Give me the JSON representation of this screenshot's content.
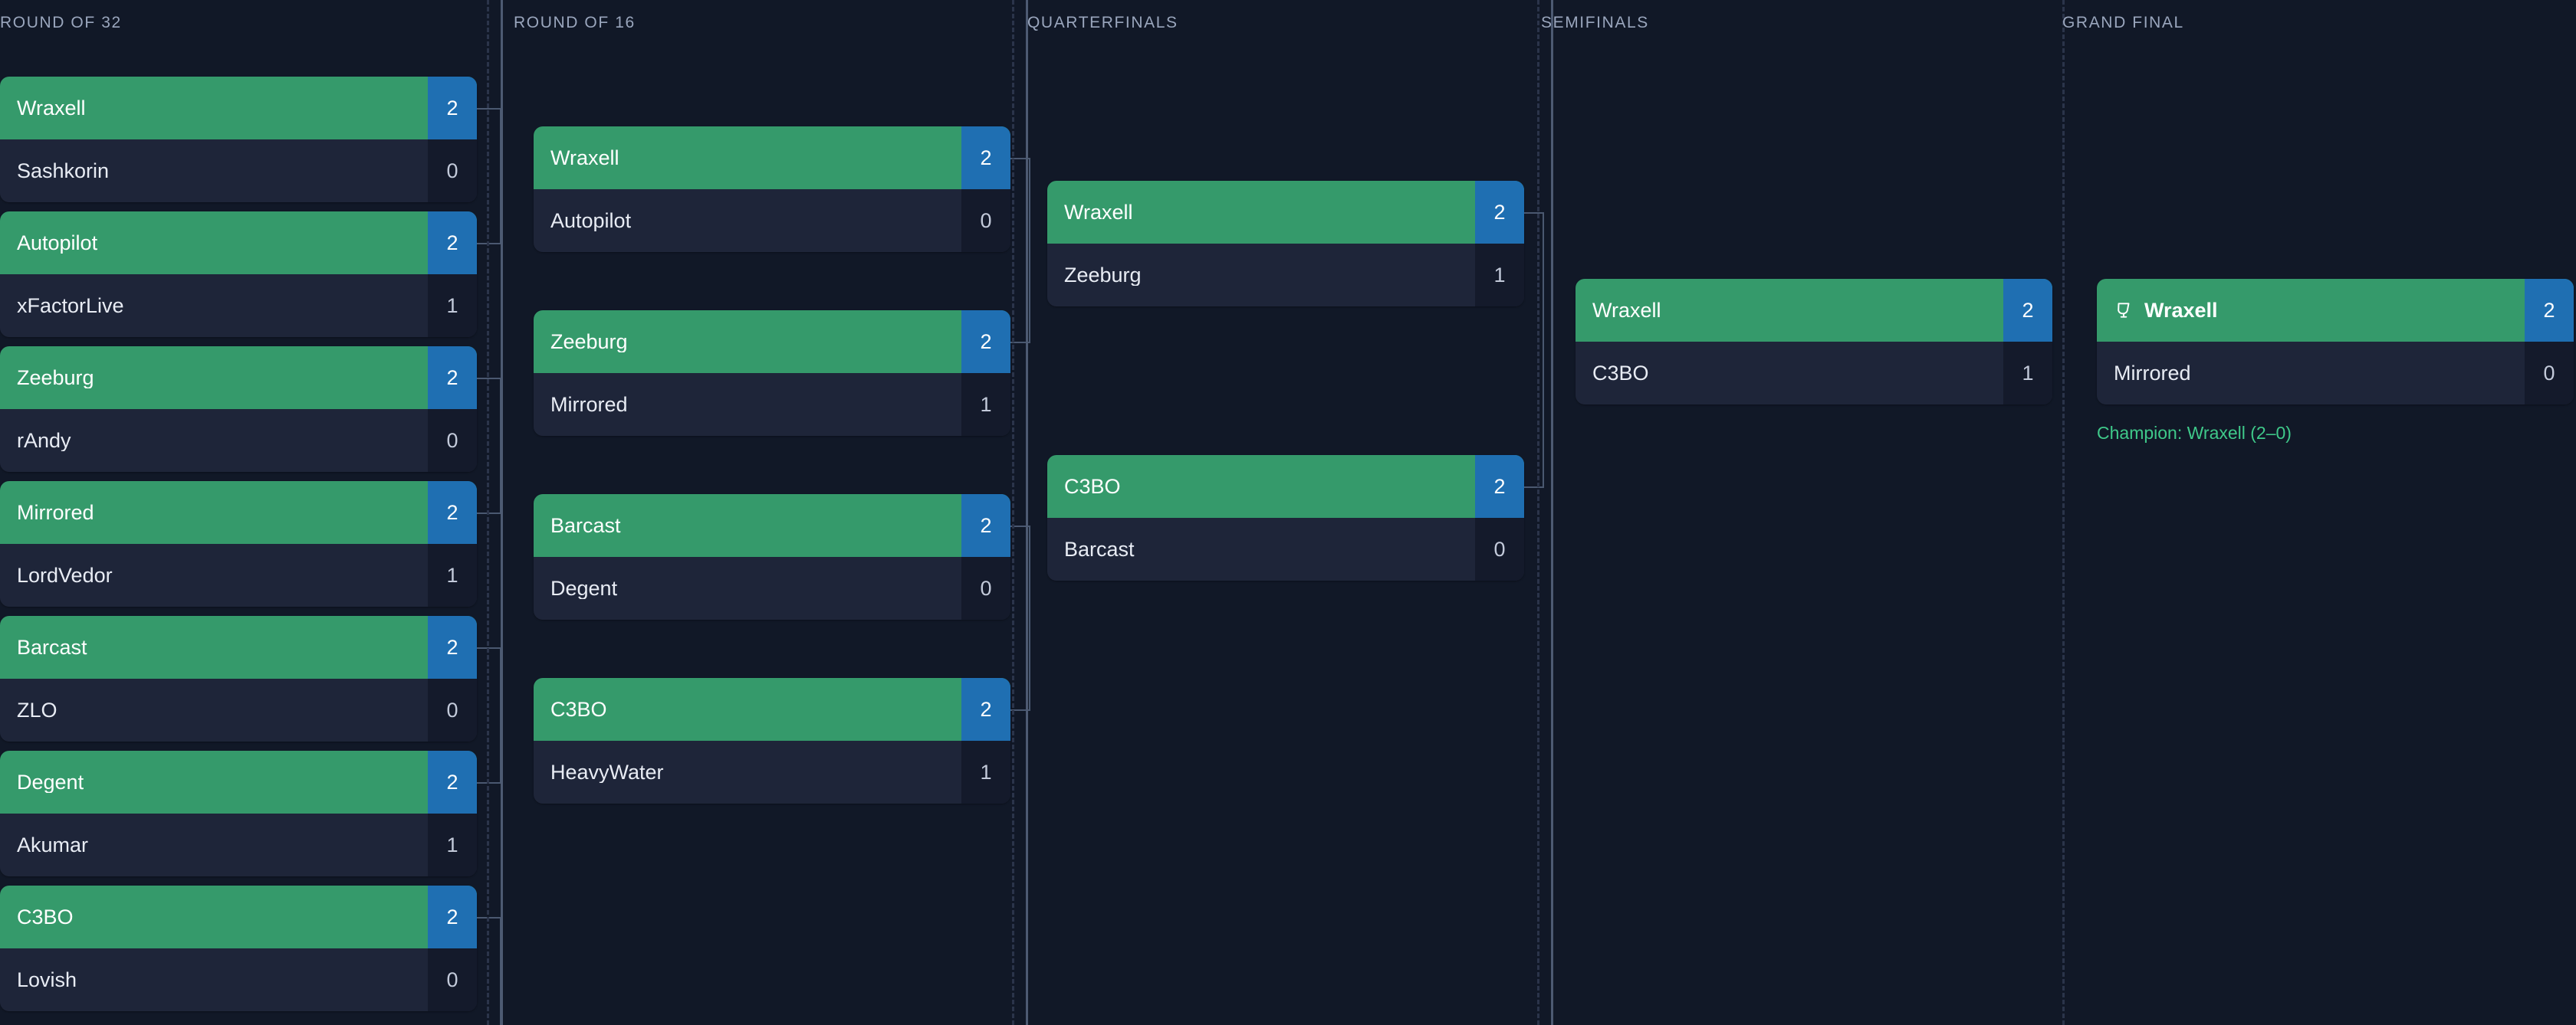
{
  "theme": {
    "page_background": "#111827",
    "winner_row": "#359a6b",
    "loser_row": "#1e2539",
    "winner_score_cell": "#1f6fb2",
    "loser_score_cell": "#141a2b",
    "divider": "#4d5a72",
    "dashed_guide": "#2b344a",
    "connector": "#4a5870",
    "header_text": "#9aa6bd",
    "champion_text": "#3fc98a"
  },
  "rounds": [
    {
      "id": "round-of-32",
      "header": "ROUND OF 32",
      "matches": [
        {
          "winner": {
            "name": "Wraxell",
            "score": "2"
          },
          "loser": {
            "name": "Sashkorin",
            "score": "0"
          }
        },
        {
          "winner": {
            "name": "Autopilot",
            "score": "2"
          },
          "loser": {
            "name": "xFactorLive",
            "score": "1"
          }
        },
        {
          "winner": {
            "name": "Zeeburg",
            "score": "2"
          },
          "loser": {
            "name": "rAndy",
            "score": "0"
          }
        },
        {
          "winner": {
            "name": "Mirrored",
            "score": "2"
          },
          "loser": {
            "name": "LordVedor",
            "score": "1"
          }
        },
        {
          "winner": {
            "name": "Barcast",
            "score": "2"
          },
          "loser": {
            "name": "ZLO",
            "score": "0"
          }
        },
        {
          "winner": {
            "name": "Degent",
            "score": "2"
          },
          "loser": {
            "name": "Akumar",
            "score": "1"
          }
        },
        {
          "winner": {
            "name": "C3BO",
            "score": "2"
          },
          "loser": {
            "name": "Lovish",
            "score": "0"
          }
        }
      ]
    },
    {
      "id": "round-of-16",
      "header": "ROUND OF 16",
      "matches": [
        {
          "winner": {
            "name": "Wraxell",
            "score": "2"
          },
          "loser": {
            "name": "Autopilot",
            "score": "0"
          }
        },
        {
          "winner": {
            "name": "Zeeburg",
            "score": "2"
          },
          "loser": {
            "name": "Mirrored",
            "score": "1"
          }
        },
        {
          "winner": {
            "name": "Barcast",
            "score": "2"
          },
          "loser": {
            "name": "Degent",
            "score": "0"
          }
        },
        {
          "winner": {
            "name": "C3BO",
            "score": "2"
          },
          "loser": {
            "name": "HeavyWater",
            "score": "1"
          }
        }
      ]
    },
    {
      "id": "quarterfinals",
      "header": "QUARTERFINALS",
      "matches": [
        {
          "winner": {
            "name": "Wraxell",
            "score": "2"
          },
          "loser": {
            "name": "Zeeburg",
            "score": "1"
          }
        },
        {
          "winner": {
            "name": "C3BO",
            "score": "2"
          },
          "loser": {
            "name": "Barcast",
            "score": "0"
          }
        }
      ]
    },
    {
      "id": "semifinals",
      "header": "SEMIFINALS",
      "matches": [
        {
          "winner": {
            "name": "Wraxell",
            "score": "2"
          },
          "loser": {
            "name": "C3BO",
            "score": "1"
          }
        }
      ]
    },
    {
      "id": "grand-final",
      "header": "GRAND FINAL",
      "matches": [
        {
          "winner": {
            "name": "Wraxell",
            "score": "2",
            "icon": "trophy-icon"
          },
          "loser": {
            "name": "Mirrored",
            "score": "0"
          }
        }
      ],
      "champion_note": "Champion: Wraxell (2–0)"
    }
  ]
}
